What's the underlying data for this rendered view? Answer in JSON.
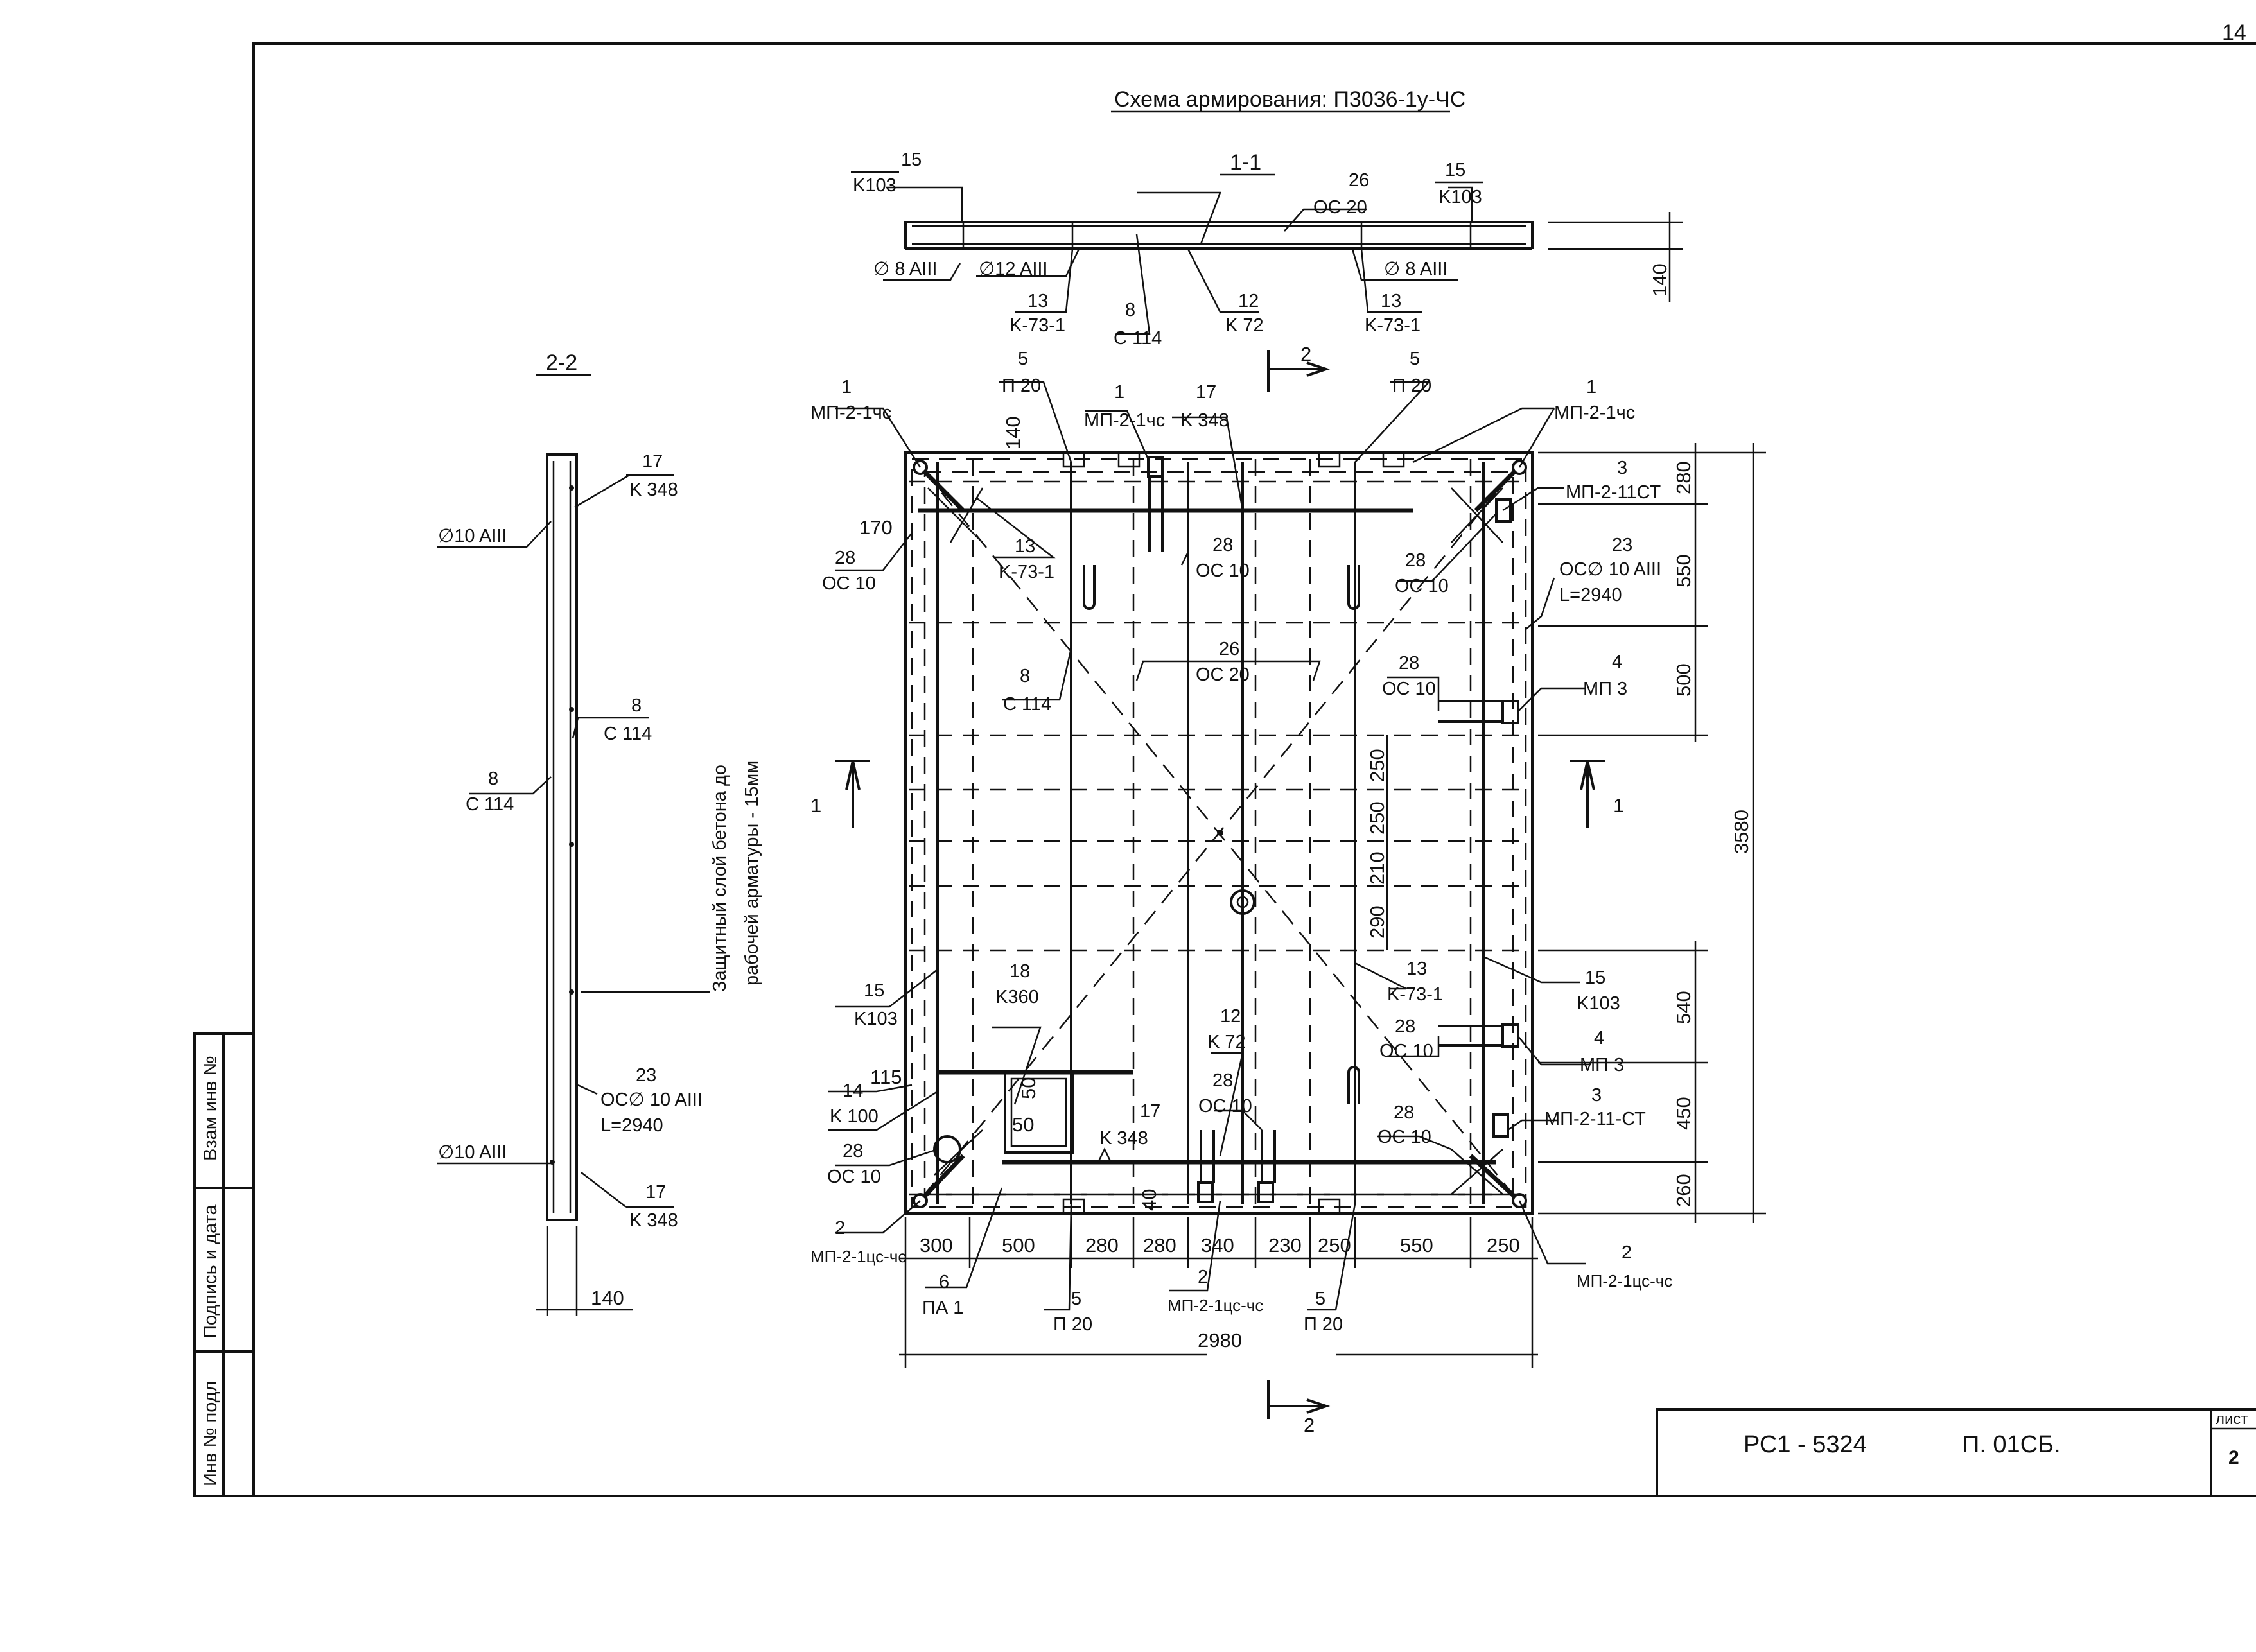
{
  "page_number": "14",
  "title": "Схема армирования: П3036-1у-ЧС",
  "section_1_1": {
    "label": "1-1",
    "callouts": {
      "k103_left_pos": "15",
      "k103_left_name": "K103",
      "k103_right_pos": "15",
      "k103_right_name": "K103",
      "oc20_pos": "26",
      "oc20_name": "OC 20",
      "d8_left": "∅ 8 AIII",
      "d12": "∅12 AIII",
      "d8_right": "∅ 8 AIII",
      "k731_left_pos": "13",
      "k731_left_name": "K-73-1",
      "c114_pos": "8",
      "c114_name": "C 114",
      "k72_pos": "12",
      "k72_name": "K 72",
      "k731_right_pos": "13",
      "k731_right_name": "K-73-1",
      "thickness": "140"
    }
  },
  "section_2_2": {
    "label": "2-2",
    "callouts": {
      "k348_top_pos": "17",
      "k348_top_name": "K 348",
      "d10_top": "∅10 AIII",
      "c114_right_pos": "8",
      "c114_right_name": "C 114",
      "c114_left_pos": "8",
      "c114_left_name": "C 114",
      "oc23_pos": "23",
      "oc23_name": "OC∅ 10 AIII",
      "oc23_len": "L=2940",
      "d10_bottom": "∅10 AIII",
      "k348_bottom_pos": "17",
      "k348_bottom_name": "K 348",
      "width": "140"
    },
    "note_line1": "Защитный слой бетона до",
    "note_line2": "рабочей арматуры - 15мм"
  },
  "plan": {
    "cut_2_top": "2",
    "cut_2_bottom": "2",
    "cut_1_left": "1",
    "cut_1_right": "1",
    "callouts": {
      "mp21chs_tl_pos": "1",
      "mp21chs_tl_name": "МП-2-1чс",
      "p20_tl_pos": "5",
      "p20_tl_name": "П 20",
      "mp21chs_t_pos": "1",
      "mp21chs_t_name": "МП-2-1чс",
      "k348_t_pos": "17",
      "k348_t_name": "K 348",
      "p20_tr_pos": "5",
      "p20_tr_name": "П 20",
      "mp21chs_tr_pos": "1",
      "mp21chs_tr_name": "МП-2-1чс",
      "mp211st_t_pos": "3",
      "mp211st_t_name": "МП-2-11СТ",
      "oc23_pos": "23",
      "oc23_name": "OC∅ 10 AIII",
      "oc23_len": "L=2940",
      "dim_140_top": "140",
      "dim_170": "170",
      "oc10_l1_pos": "28",
      "oc10_l1_name": "OC 10",
      "k731_l_pos": "13",
      "k731_l_name": "K-73-1",
      "oc10_c1_pos": "28",
      "oc10_c1_name": "OC 10",
      "oc10_r1_pos": "28",
      "oc10_r1_name": "OC 10",
      "c114_pos": "8",
      "c114_name": "C 114",
      "oc20_pos": "26",
      "oc20_name": "OC 20",
      "oc10_r2_pos": "28",
      "oc10_r2_name": "OC 10",
      "mp3_t_pos": "4",
      "mp3_t_name": "МП 3",
      "k103_l_pos": "15",
      "k103_l_name": "K103",
      "k360_pos": "18",
      "k360_name": "K360",
      "k72_pos": "12",
      "k72_name": "K 72",
      "k731_r_pos": "13",
      "k731_r_name": "K-73-1",
      "k103_r_pos": "15",
      "k103_r_name": "K103",
      "oc10_r3_pos": "28",
      "oc10_r3_name": "OC 10",
      "mp3_b_pos": "4",
      "mp3_b_name": "МП 3",
      "dim_115": "115",
      "k100_pos": "14",
      "k100_name": "K 100",
      "dim_50a": "50",
      "dim_50b": "50",
      "oc10_c2_pos": "28",
      "oc10_c2_name": "OC 10",
      "k348_b_pos": "17",
      "k348_b_name": "K 348",
      "oc10_r4_pos": "28",
      "oc10_r4_name": "OC 10",
      "mp211st_b_pos": "3",
      "mp211st_b_name": "МП-2-11-СТ",
      "oc10_l2_pos": "28",
      "oc10_l2_name": "OC 10",
      "dim_40": "40",
      "mp21uchs_l_pos": "2",
      "mp21uchs_l_name": "МП-2-1цс-чс",
      "mp21uchs_r_pos": "2",
      "mp21uchs_r_name": "МП-2-1цс-чс",
      "pa1_pos": "6",
      "pa1_name": "ПА 1",
      "p20_bl_pos": "5",
      "p20_bl_name": "П 20",
      "mp21uchs_c_pos": "2",
      "mp21uchs_c_name": "МП-2-1цс-чс",
      "p20_br_pos": "5",
      "p20_br_name": "П 20"
    },
    "bottom_dims": [
      "300",
      "500",
      "280",
      "280",
      "340",
      "230",
      "250",
      "550",
      "250"
    ],
    "overall_width": "2980",
    "right_dims": [
      "280",
      "550",
      "500",
      "540",
      "450",
      "260"
    ],
    "overall_height": "3580",
    "inner_dims": [
      "250",
      "250",
      "210",
      "290"
    ]
  },
  "side_stamp": {
    "vzam": "Взам инв №",
    "podpis": "Подпись и дата",
    "inv_podl": "Инв № подл"
  },
  "title_block": {
    "doc_code": "РС1 - 5324",
    "doc_sheet_code": "П. 01СБ.",
    "list_label": "лист",
    "list_number": "2"
  }
}
